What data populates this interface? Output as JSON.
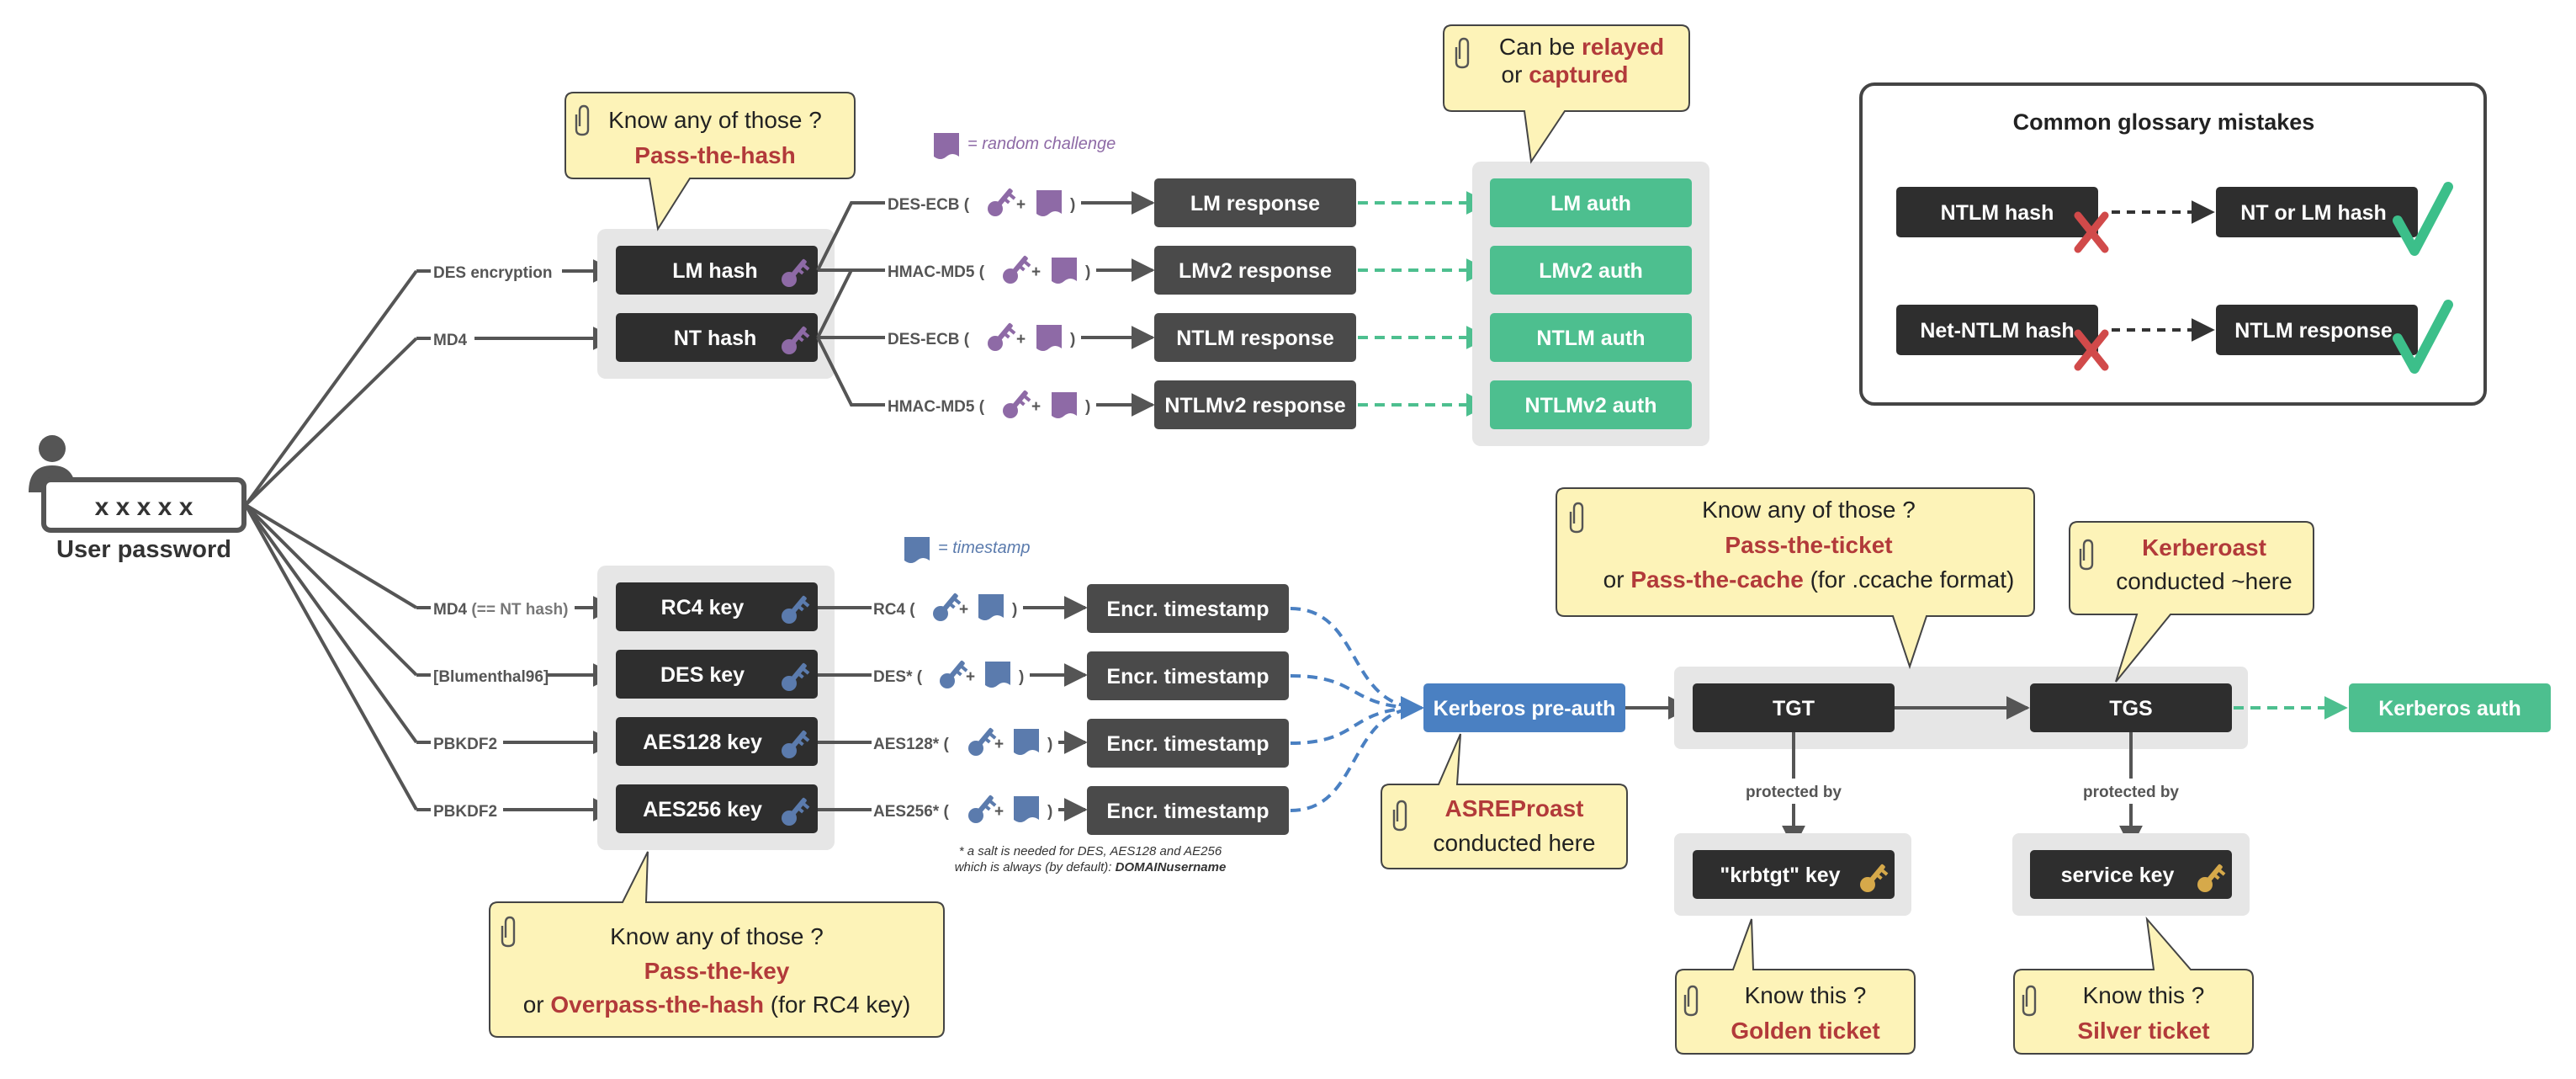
{
  "user": {
    "masked": "x x x x x",
    "label": "User password"
  },
  "methods": {
    "des": "DES encryption",
    "md4": "MD4",
    "md4_rc4_a": "MD4",
    "md4_rc4_b": "(== NT hash)",
    "blumenthal": "[Blumenthal96]",
    "pbkdf2_a": "PBKDF2",
    "pbkdf2_b": "PBKDF2"
  },
  "hashes": {
    "lm": "LM hash",
    "nt": "NT hash"
  },
  "keys": {
    "rc4": "RC4 key",
    "des": "DES key",
    "aes128": "AES128 key",
    "aes256": "AES256 key"
  },
  "algos": {
    "des_ecb_1": "DES-ECB (",
    "hmac_1": "HMAC-MD5 (",
    "des_ecb_2": "DES-ECB (",
    "hmac_2": "HMAC-MD5 (",
    "rc4": "RC4 (",
    "des": "DES* (",
    "aes128": "AES128* (",
    "aes256": "AES256* (",
    "plus": "+",
    "close": ")"
  },
  "responses": {
    "lm": "LM response",
    "lmv2": "LMv2 response",
    "ntlm": "NTLM response",
    "ntlmv2": "NTLMv2 response"
  },
  "timestamps": [
    "Encr. timestamp",
    "Encr. timestamp",
    "Encr. timestamp",
    "Encr. timestamp"
  ],
  "auths": {
    "lm": "LM auth",
    "lmv2": "LMv2 auth",
    "ntlm": "NTLM auth",
    "ntlmv2": "NTLMv2 auth"
  },
  "legend": {
    "challenge": "= random challenge",
    "timestamp": "= timestamp"
  },
  "salt_note": {
    "line1": "* a salt is needed for DES, AES128 and AE256",
    "line2": "which is always (by default):",
    "line2_bold": "DOMAINusername"
  },
  "kerberos": {
    "preauth": "Kerberos pre-auth",
    "tgt": "TGT",
    "tgs": "TGS",
    "auth": "Kerberos auth",
    "protected_1": "protected by",
    "protected_2": "protected by",
    "krbtgt": "\"krbtgt\" key",
    "service": "service key"
  },
  "bubbles": {
    "pth": {
      "l1": "Know any of those ?",
      "l2": "Pass-the-hash"
    },
    "relay": {
      "l1a": "Can be ",
      "l1b": "relayed",
      "l2a": "or ",
      "l2b": "captured"
    },
    "ptk": {
      "l1": "Know any of those ?",
      "l2": "Pass-the-key",
      "l3a": "or ",
      "l3b": "Overpass-the-hash",
      "l3c": " (for RC4 key)"
    },
    "asrep": {
      "l1": "ASREProast",
      "l2": "conducted here"
    },
    "ptt": {
      "l1": "Know any of those ?",
      "l2": "Pass-the-ticket",
      "l3a": "or ",
      "l3b": "Pass-the-cache",
      "l3c": " (for .ccache format)"
    },
    "kroast": {
      "l1": "Kerberoast",
      "l2": "conducted ~here"
    },
    "golden": {
      "l1": "Know this ?",
      "l2": "Golden ticket"
    },
    "silver": {
      "l1": "Know this ?",
      "l2": "Silver ticket"
    }
  },
  "glossary": {
    "title": "Common glossary mistakes",
    "rows": [
      {
        "wrong": "NTLM hash",
        "right": "NT or LM hash"
      },
      {
        "wrong": "Net-NTLM hash",
        "right": "NTLM response"
      }
    ]
  },
  "colors": {
    "dark_box": "#2e2e2e",
    "resp_box": "#4a4a4a",
    "green": "#4dbf8f",
    "blue": "#4a80c2",
    "bubble": "#fdf3b8",
    "purple": "#8e6aa6",
    "steel": "#5b7bad",
    "gold": "#d6a94a",
    "red_text": "#b23a3a",
    "cross": "#d14a4a",
    "check": "#3cbf8a"
  }
}
